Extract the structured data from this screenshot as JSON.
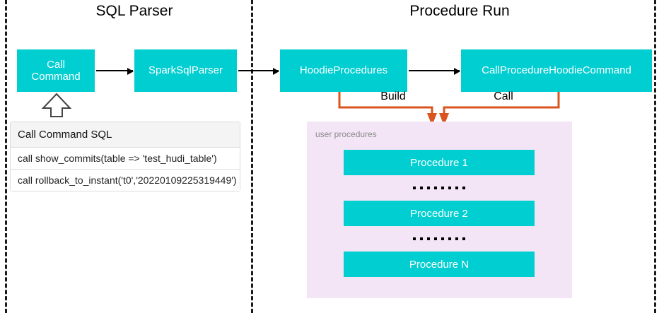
{
  "diagram": {
    "sections": [
      {
        "id": "sql-parser",
        "title": "SQL Parser"
      },
      {
        "id": "procedure-run",
        "title": "Procedure Run"
      }
    ],
    "nodes": {
      "call_command": "Call\nCommand",
      "call_command_line1": "Call",
      "call_command_line2": "Command",
      "spark_sql_parser": "SparkSqlParser",
      "hoodie_procedures": "HoodieProcedures",
      "call_procedure_hoodie_command": "CallProcedureHoodieCommand"
    },
    "edge_labels": {
      "build": "Build",
      "call": "Call"
    },
    "sql_table": {
      "header": "Call Command SQL",
      "rows": [
        "call show_commits(table => 'test_hudi_table')",
        "call rollback_to_instant('t0','20220109225319449')"
      ]
    },
    "user_procedures": {
      "caption": "user procedures",
      "items": [
        "Procedure 1",
        "Procedure 2",
        "Procedure N"
      ],
      "ellipsis_count": 8
    },
    "colors": {
      "teal_box": "#00CED1",
      "panel_purple": "#F3E5F5",
      "orange_connector": "#D9541E",
      "arrow_black": "#000000",
      "divider_dash": "#1a1a1a",
      "table_header_bg": "#f4f4f4",
      "caption_gray": "#8a8a8a"
    }
  }
}
